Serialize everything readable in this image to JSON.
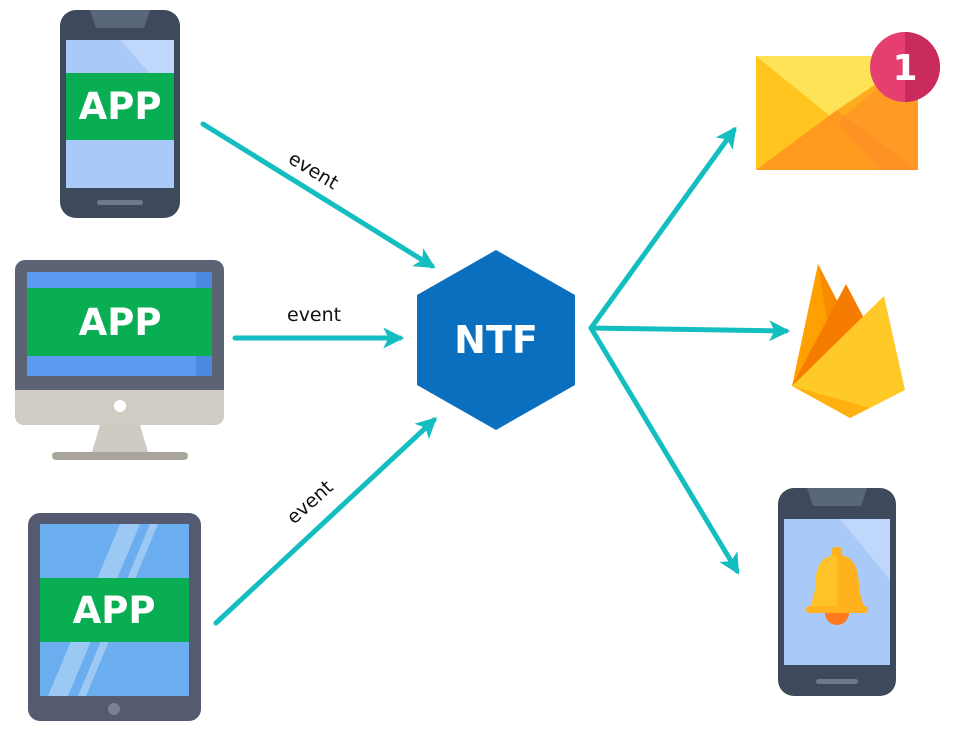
{
  "diagram": {
    "hub": {
      "label": "NTF"
    },
    "sources": [
      {
        "kind": "phone",
        "label": "APP"
      },
      {
        "kind": "desktop",
        "label": "APP"
      },
      {
        "kind": "tablet",
        "label": "APP"
      }
    ],
    "edges": [
      {
        "label": "event"
      },
      {
        "label": "event"
      },
      {
        "label": "event"
      }
    ],
    "targets": [
      {
        "kind": "email-icon",
        "badge": "1"
      },
      {
        "kind": "firebase-icon"
      },
      {
        "kind": "mobile-bell-icon"
      }
    ],
    "colors": {
      "arrow": "#14BEC0",
      "hub": "#0B6FBF",
      "app_banner": "#0AAE52",
      "device_frame": "#3E4A5C",
      "screen": "#A9C9F8"
    }
  }
}
